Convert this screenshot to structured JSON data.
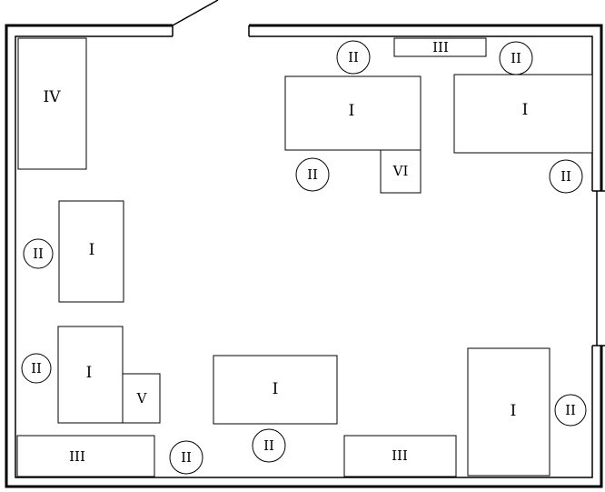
{
  "labels": {
    "desk": "I",
    "chair": "II",
    "cabinet": "III",
    "wardrobe": "IV",
    "box_v": "V",
    "box_vi": "VI"
  }
}
